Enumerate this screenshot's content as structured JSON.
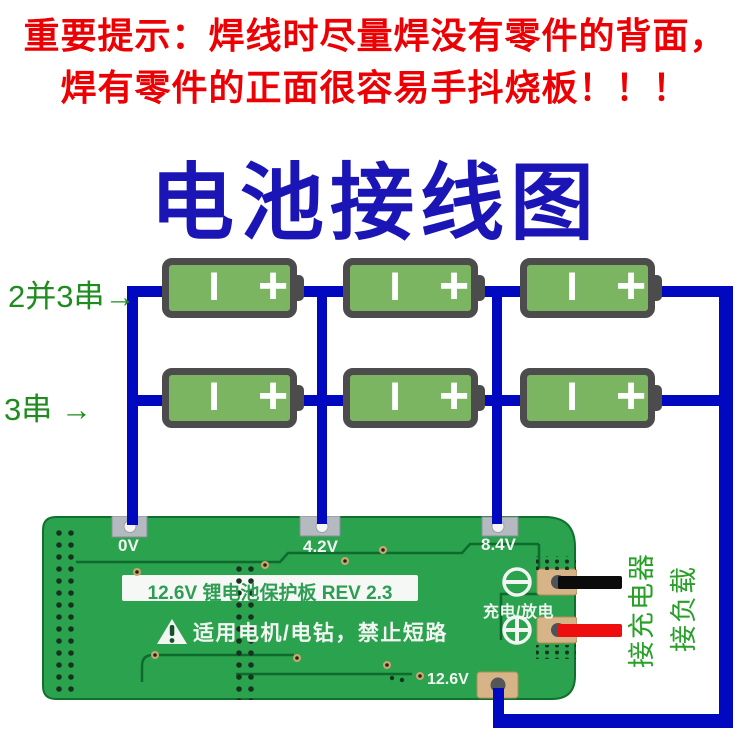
{
  "warning_banner": {
    "line1": "重要提示：焊线时尽量焊没有零件的背面，",
    "line2": "焊有零件的正面很容易手抖烧板！！！",
    "color": "#ec0004"
  },
  "title": {
    "text": "电池接线图",
    "color": "#1b15b5"
  },
  "row_labels": {
    "parallel_series": "2并3串→",
    "series": "3串 →",
    "color": "#1e8c1e"
  },
  "battery": {
    "count": 6,
    "negative_mark": "I",
    "positive_mark": "+",
    "body_color": "#7cb562",
    "border_color": "#4c4c4c"
  },
  "wires": {
    "battery_bus_color": "#0109c0",
    "charger_wire_color": "#0b0b0b",
    "load_wire_color": "#ee0e0e"
  },
  "pcb": {
    "board_color": "#2aa24e",
    "pad_labels": [
      "0V",
      "4.2V",
      "8.4V"
    ],
    "output_pad_label": "12.6V",
    "board_title": "12.6V 锂电池保护板 REV 2.3",
    "usage_warning": "适用电机/电钻，禁止短路",
    "charge_discharge_label": "充电/放电",
    "icons": {
      "minus_terminal": "circled-minus",
      "plus_terminal": "circled-plus",
      "warning_triangle": "triangle-exclamation"
    }
  },
  "side_labels": {
    "charger": "接充电器",
    "load": "接负载",
    "color": "#28a028"
  }
}
